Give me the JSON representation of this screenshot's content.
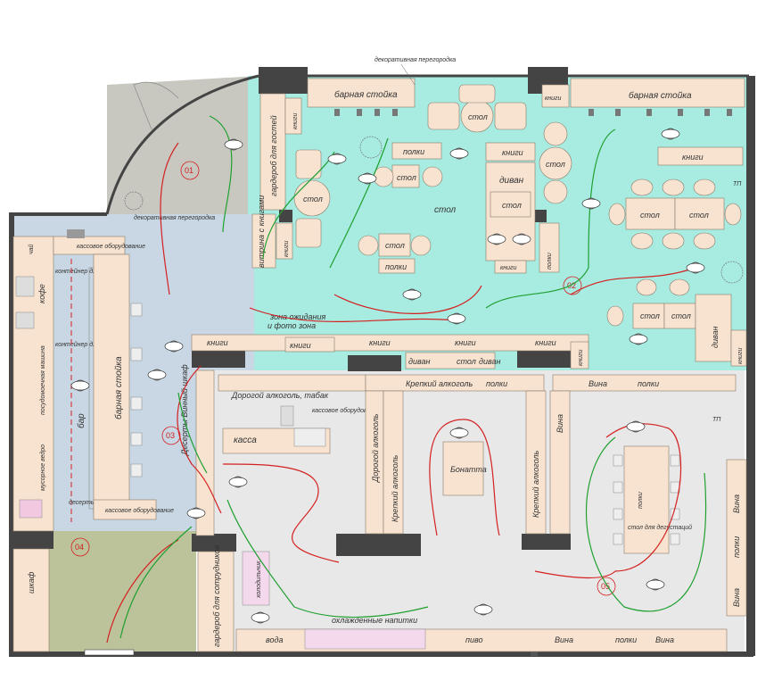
{
  "labels": {
    "vestibule_note": "декоративная перегородка",
    "top_note": "декоративная перегородка",
    "bar_counter_left": "барная стойка",
    "bar_counter_right": "барная стойка",
    "wardrobe_guests": "гардероб для гостей",
    "showcase_books": "витрина с книгами",
    "table": "стол",
    "shelves": "полки",
    "books": "книги",
    "sofa": "диван",
    "waiting_zone_1": "зона ожидания",
    "waiting_zone_2": "и фото зона",
    "cash_equipment_top": "кассовое оборудование",
    "cash_equipment_left": "кассовое оборудование",
    "cash_equipment_mid": "кассовое оборудование",
    "tea": "чай",
    "coffee": "кофе",
    "container_syrup_1": "контейнер для сиропа",
    "container_syrup_2": "контейнер для сиропа",
    "bar": "бар",
    "bar_counter_vertical": "барная стойка",
    "dishwasher": "посудомоечная машина",
    "waste_bin": "мусорное ведро",
    "frozen_desserts": "десерты",
    "desserts_wine": "Десерты   Винный шкаф",
    "expensive_alcohol": "Дорогой алкоголь, табак",
    "cash": "касса",
    "strong_alcohol_top": "Крепкий алкоголь",
    "strong_alcohol_right": "Крепкий алкоголь",
    "strong_alcohol_left": "Крепкий алкоголь",
    "expensive_alcohol_v": "Дорогой алкоголь",
    "vinegar": "Вина",
    "wines": "Вина",
    "bonus": "Бонатта",
    "table_tasting": "стол для дегустаций",
    "cooled_drinks": "охлажденные напитки",
    "water": "вода",
    "beer": "пиво",
    "wardrobe_staff": "гардероб для сотрудников",
    "fridge": "холодильник",
    "cupboard": "шкаф",
    "zone_01": "01",
    "zone_02": "02",
    "zone_03": "03",
    "zone_04": "04",
    "zone_05": "05",
    "door": "ТП"
  },
  "colors": {
    "wall": "#444444",
    "furniture": "#f7e3d0",
    "zone_cafe": "#a8ebe0",
    "zone_bar": "#c8d7e3",
    "zone_entry": "#c8c8c0",
    "zone_storage": "#bcc29a",
    "zone_shop": "#e8e8e8",
    "route_red": "#d42020",
    "route_green": "#1fa030"
  }
}
